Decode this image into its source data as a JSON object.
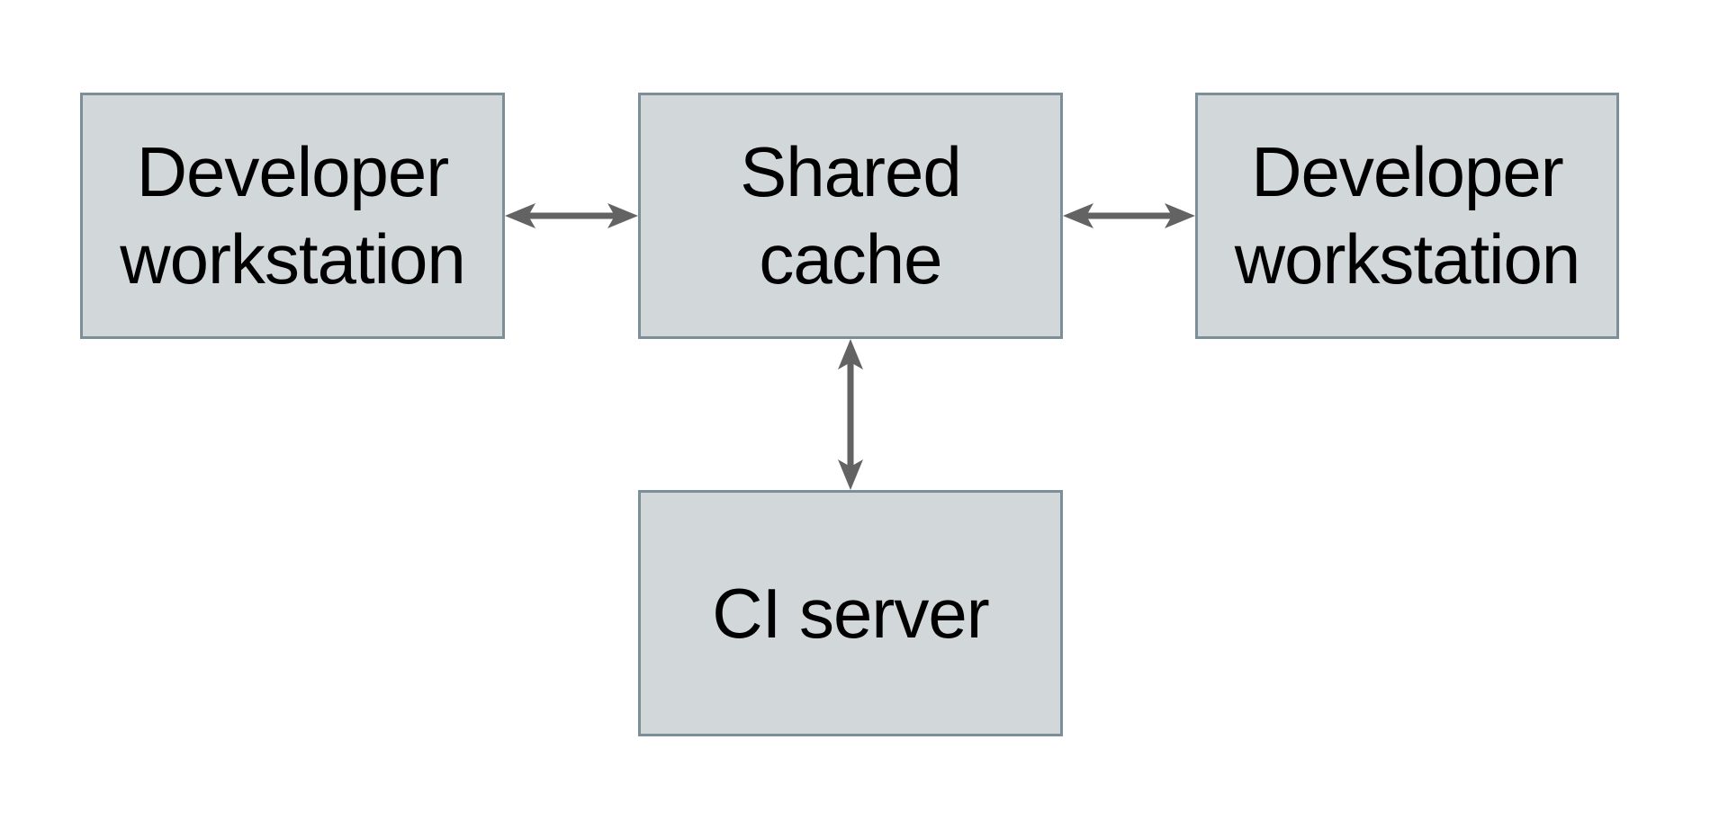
{
  "diagram": {
    "colors": {
      "background": "#ffffff",
      "box_fill": "#d2d8da",
      "box_border": "#7c8e98",
      "arrow": "#636363",
      "text": "#000000"
    },
    "nodes": {
      "dev_left": {
        "label": "Developer workstation",
        "line1": "Developer",
        "line2": "workstation"
      },
      "shared_cache": {
        "label": "Shared cache",
        "line1": "Shared",
        "line2": "cache"
      },
      "dev_right": {
        "label": "Developer workstation",
        "line1": "Developer",
        "line2": "workstation"
      },
      "ci_server": {
        "label": "CI server",
        "line1": "CI server"
      }
    },
    "edges": [
      {
        "from": "Developer workstation (left)",
        "to": "Shared cache",
        "direction": "bidirectional"
      },
      {
        "from": "Shared cache",
        "to": "Developer workstation (right)",
        "direction": "bidirectional"
      },
      {
        "from": "Shared cache",
        "to": "CI server",
        "direction": "bidirectional"
      }
    ]
  }
}
